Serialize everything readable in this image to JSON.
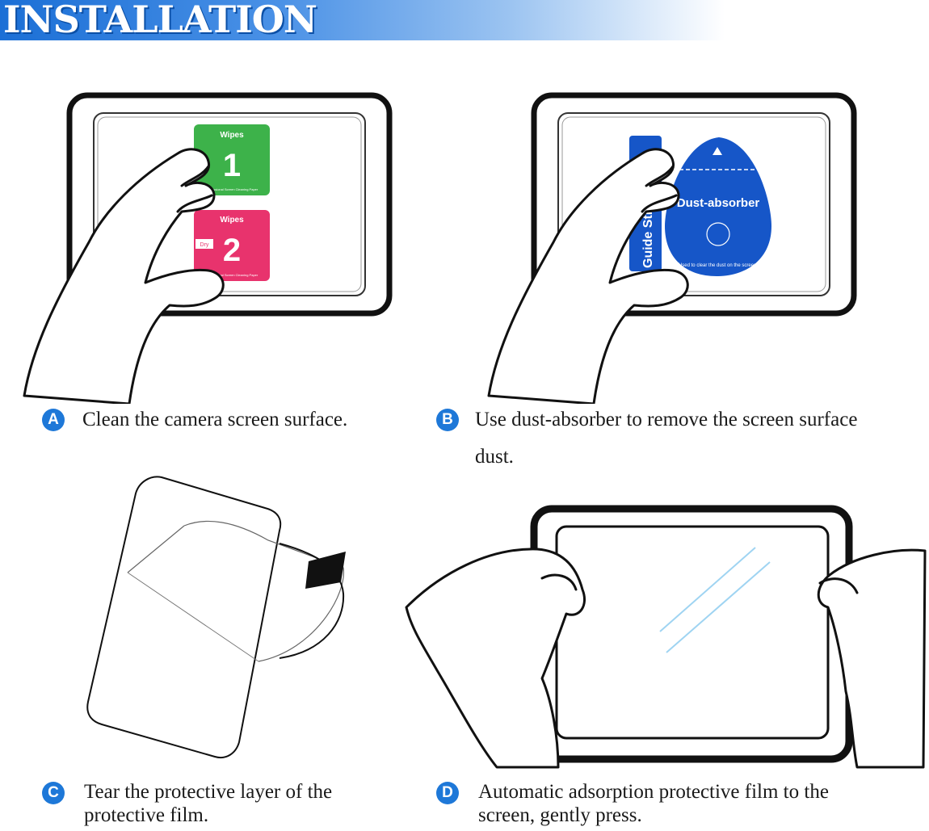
{
  "header": {
    "title": "INSTALLATION"
  },
  "colors": {
    "accent": "#1e78d8",
    "wipe_wet": "#3db24a",
    "wipe_dry": "#e8336d",
    "absorber": "#1656c8"
  },
  "panel_a": {
    "wipe1": {
      "title": "Wipes",
      "number": "1",
      "subtitle": "Professional Screen Cleaning Paper"
    },
    "wipe2": {
      "title": "Wipes",
      "number": "2",
      "tag": "Dry",
      "subtitle": "Professional Screen Cleaning Paper"
    }
  },
  "panel_b": {
    "guide_sticker": "Guide Sticker",
    "absorber_title": "Dust-absorber",
    "absorber_text": "Used to clear the dust on the screen."
  },
  "steps": [
    {
      "badge": "A",
      "text": "Clean the camera screen surface."
    },
    {
      "badge": "B",
      "text": "Use dust-absorber to remove the screen surface\ndust."
    },
    {
      "badge": "C",
      "text": "Tear the protective layer of the\nprotective film."
    },
    {
      "badge": "D",
      "text": "Automatic adsorption protective film to the\nscreen, gently press."
    }
  ]
}
